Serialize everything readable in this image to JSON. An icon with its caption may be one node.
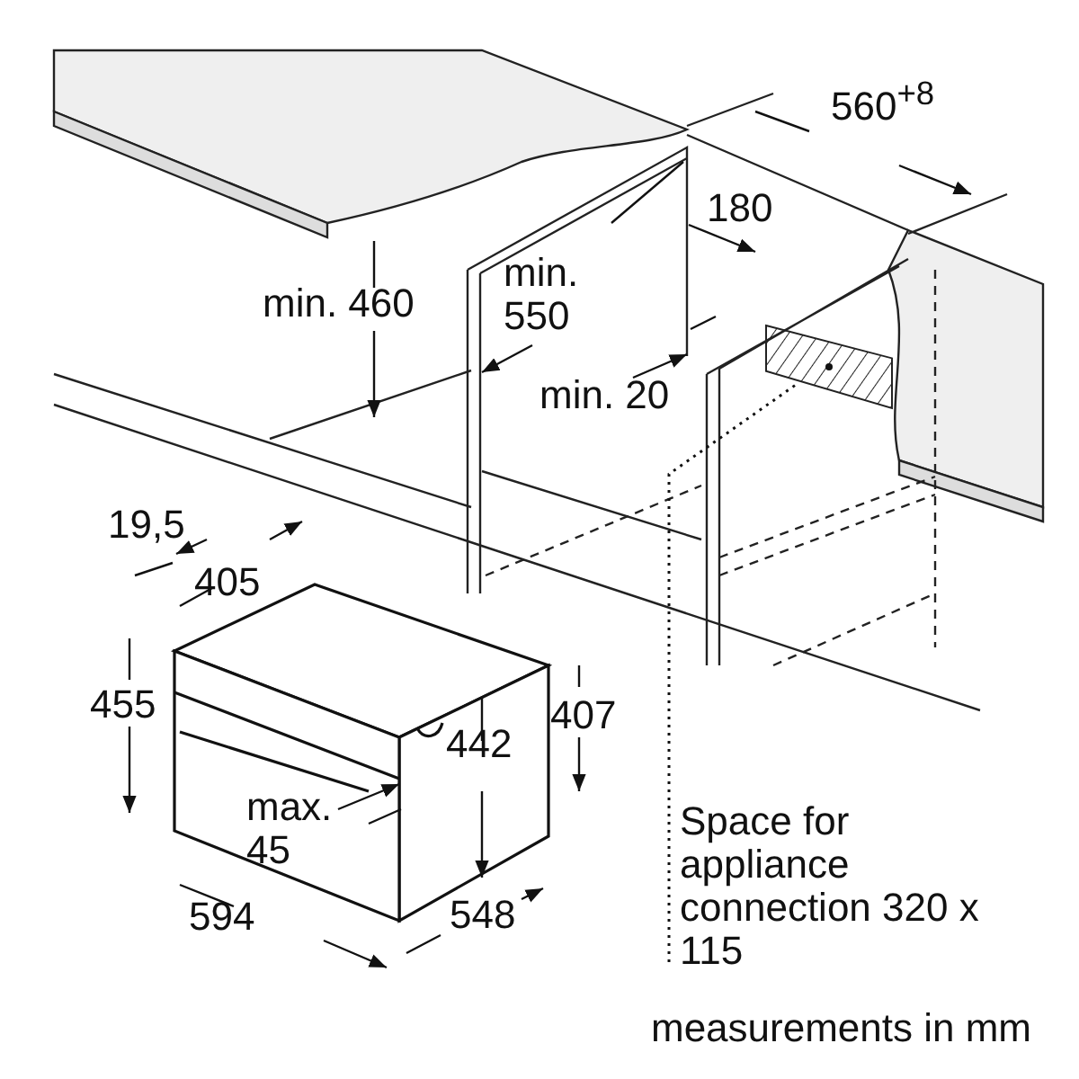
{
  "diagram": {
    "nodes": [
      {
        "text": [
          "Space for appliance connection 320 x 115"
        ]
      },
      {
        "text": [],
        "shape": "box"
      }
    ],
    "edges": [
      {
        "from": 0,
        "to": 1,
        "arrow": "none",
        "style": "dashed"
      }
    ],
    "labels": [
      "560$^{+8}$",
      "180",
      "min. 460",
      "min. 550",
      "min. 20",
      "19,5",
      "405",
      "455",
      "442",
      "407",
      "max. 45",
      "594",
      "548",
      "measurements in mm"
    ]
  }
}
